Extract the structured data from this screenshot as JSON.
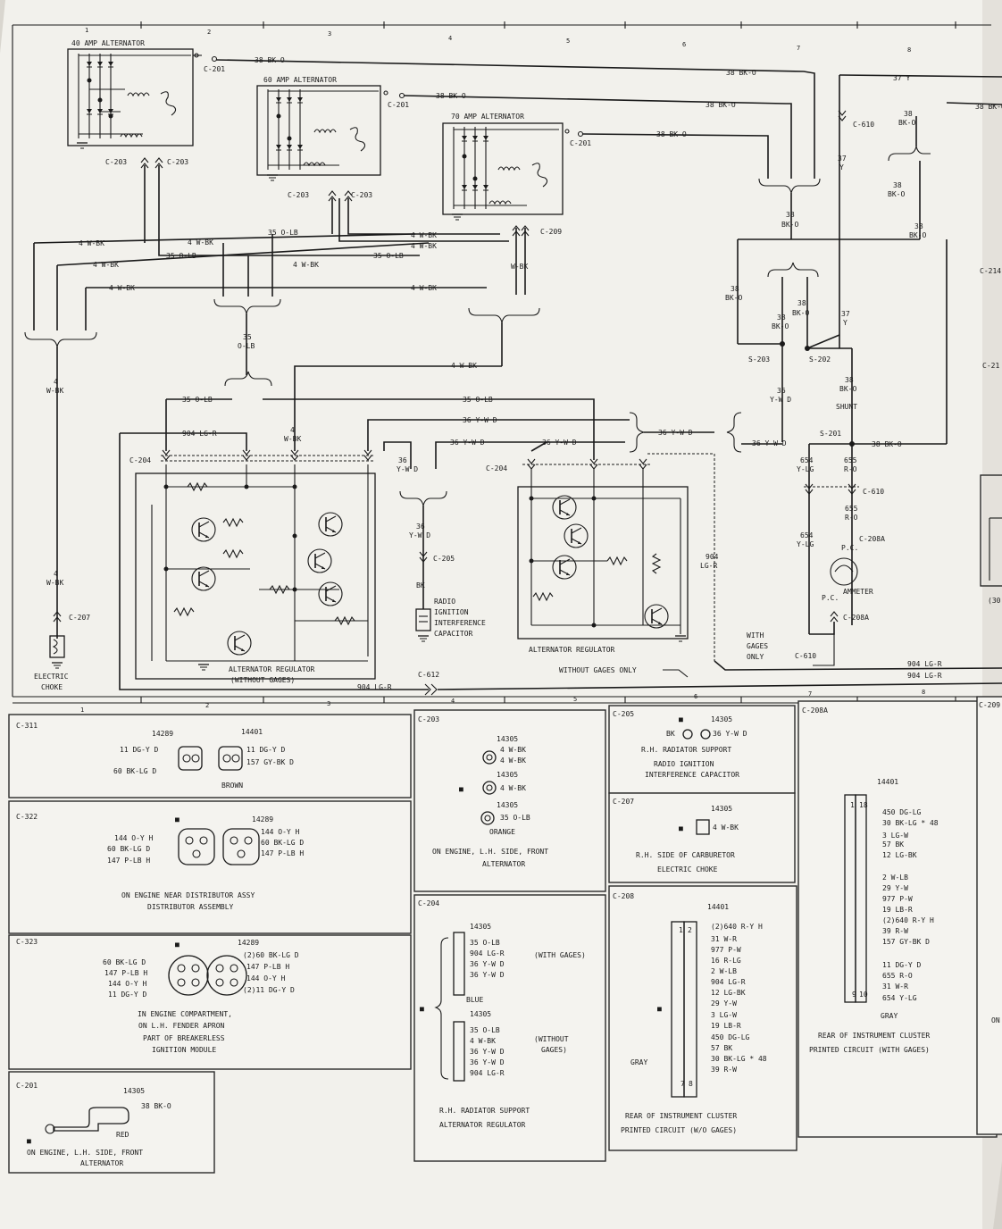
{
  "column_numbers": [
    "1",
    "2",
    "3",
    "4",
    "5",
    "6",
    "7",
    "8"
  ],
  "alternators": {
    "a40": {
      "title": "40 AMP ALTERNATOR",
      "output_conn": "C-201",
      "wire": "38 BK-O",
      "ground_conn_a": "C-203",
      "ground_conn_b": "C-203"
    },
    "a60": {
      "title": "60 AMP ALTERNATOR",
      "output_conn": "C-201",
      "wire": "38 BK-O",
      "ground_conn_a": "C-203",
      "ground_conn_b": "C-203"
    },
    "a70": {
      "title": "70 AMP ALTERNATOR",
      "output_conn": "C-201",
      "wire": "38 BK-O",
      "ground_conn": "C-209"
    }
  },
  "wires": {
    "w38bko": "38 BK-O",
    "w38": "38",
    "wbko": "BK-O",
    "w37y": "37 Y",
    "w37": "37",
    "wy": "Y",
    "w4wbk": "4 W-BK",
    "w4": "4",
    "wwbk": "W-BK",
    "w35olb": "35 O-LB",
    "w35": "35",
    "wolb": "O-LB",
    "w904lgr": "904 LG-R",
    "w904": "904",
    "wlgr": "LG-R",
    "w36ywd": "36 Y-W D",
    "w36": "36",
    "wywd": "Y-W D",
    "w654": "654",
    "wylg": "Y-LG",
    "w655": "655",
    "wro": "R-O",
    "wbk": "BK"
  },
  "connectors": {
    "c610": "C-610",
    "c204": "C-204",
    "c205": "C-205",
    "c207": "C-207",
    "c208a": "C-208A",
    "c612": "C-612",
    "c214": "C-214",
    "c21": "C-21"
  },
  "splices": {
    "s203": "S-203",
    "s202": "S-202",
    "s201": "S-201",
    "shunt": "SHUNT"
  },
  "labels": {
    "electric_choke": [
      "ELECTRIC",
      "CHOKE"
    ],
    "radio_cap": [
      "RADIO",
      "IGNITION",
      "INTERFERENCE",
      "CAPACITOR"
    ],
    "reg_without": [
      "ALTERNATOR REGULATOR",
      "(WITHOUT GAGES)"
    ],
    "reg_with": "ALTERNATOR REGULATOR",
    "ammeter": "AMMETER",
    "pc": "P.C.",
    "with_gages": [
      "WITH",
      "GAGES",
      "ONLY"
    ],
    "without_gages_only": "WITHOUT GAGES ONLY",
    "edge_30": "(30"
  },
  "panels": {
    "c311": {
      "id": "C-311",
      "part_a": "14289",
      "part_b": "14401",
      "wires_left": [
        "11 DG-Y D",
        "60 BK-LG D"
      ],
      "wires_right": [
        "11 DG-Y D",
        "157 GY-BK D"
      ],
      "color": "BROWN"
    },
    "c322": {
      "id": "C-322",
      "part": "14289",
      "wires_left": [
        "144 O-Y H",
        "60 BK-LG D",
        "147 P-LB H"
      ],
      "wires_right": [
        "144 O-Y H",
        "60 BK-LG D",
        "147 P-LB H"
      ],
      "caption": [
        "ON ENGINE NEAR DISTRIBUTOR ASSY",
        "DISTRIBUTOR ASSEMBLY"
      ]
    },
    "c323": {
      "id": "C-323",
      "part": "14289",
      "wires_left": [
        "60 BK-LG D",
        "147 P-LB H",
        "144 O-Y H",
        "11 DG-Y D"
      ],
      "wires_right": [
        "(2)60 BK-LG D",
        "147 P-LB H",
        "144 O-Y H",
        "(2)11 DG-Y D"
      ],
      "caption": [
        "IN ENGINE COMPARTMENT,",
        "ON L.H. FENDER APRON",
        "PART OF BREAKERLESS",
        "IGNITION MODULE"
      ]
    },
    "c201": {
      "id": "C-201",
      "part": "14305",
      "wire": "38 BK-O",
      "color": "RED",
      "caption": [
        "ON ENGINE, L.H. SIDE, FRONT",
        "ALTERNATOR"
      ]
    },
    "c203": {
      "id": "C-203",
      "parts": [
        "14305",
        "14305",
        "14305"
      ],
      "wires": [
        "4 W-BK",
        "4 W-BK",
        "4 W-BK",
        "35 O-LB"
      ],
      "color": "ORANGE",
      "caption": [
        "ON ENGINE, L.H. SIDE, FRONT",
        "ALTERNATOR"
      ]
    },
    "c204": {
      "id": "C-204",
      "part_a": "14305",
      "part_b": "14305",
      "wires_a": [
        "35 O-LB",
        "904 LG-R",
        "36 Y-W D",
        "36 Y-W D"
      ],
      "note_a": "(WITH GAGES)",
      "color": "BLUE",
      "wires_b": [
        "35 O-LB",
        "4 W-BK",
        "36 Y-W D",
        "36 Y-W D",
        "904 LG-R"
      ],
      "note_b": [
        "(WITHOUT",
        "GAGES)"
      ],
      "caption": [
        "R.H. RADIATOR SUPPORT",
        "ALTERNATOR REGULATOR"
      ]
    },
    "c205": {
      "id": "C-205",
      "part": "14305",
      "wire_l": "BK",
      "wire_r": "36 Y-W D",
      "caption": [
        "R.H. RADIATOR SUPPORT",
        "RADIO IGNITION",
        "INTERFERENCE CAPACITOR"
      ]
    },
    "c207": {
      "id": "C-207",
      "part": "14305",
      "wire": "4 W-BK",
      "caption": [
        "R.H. SIDE OF CARBURETOR",
        "ELECTRIC CHOKE"
      ]
    },
    "c208": {
      "id": "C-208",
      "part": "14401",
      "wires": [
        "(2)640 R-Y H",
        "31 W-R",
        "977 P-W",
        "16 R-LG",
        "2 W-LB",
        "904 LG-R",
        "12 LG-BK",
        "29 Y-W",
        "3 LG-W",
        "19 LB-R",
        "450 DG-LG",
        "57 BK",
        "30 BK-LG * 48",
        "39 R-W"
      ],
      "pins": [
        "1",
        "2",
        "7",
        "8"
      ],
      "color": "GRAY",
      "caption": [
        "REAR OF INSTRUMENT CLUSTER",
        "PRINTED CIRCUIT (W/O GAGES)"
      ]
    },
    "c208a": {
      "id": "C-208A",
      "part": "14401",
      "wires": [
        "450 DG-LG",
        "30 BK-LG * 48",
        "3 LG-W",
        "57 BK",
        "12 LG-BK",
        "2 W-LB",
        "29 Y-W",
        "977 P-W",
        "19 LB-R",
        "(2)640 R-Y H",
        "39 R-W",
        "157 GY-BK D",
        "11 DG-Y D",
        "655 R-O",
        "31 W-R",
        "654 Y-LG"
      ],
      "pins": [
        "1",
        "18",
        "9",
        "10"
      ],
      "color": "GRAY",
      "caption": [
        "REAR OF INSTRUMENT CLUSTER",
        "PRINTED CIRCUIT (WITH GAGES)"
      ]
    },
    "c209": {
      "id": "C-209",
      "edge_text": "ON"
    }
  }
}
